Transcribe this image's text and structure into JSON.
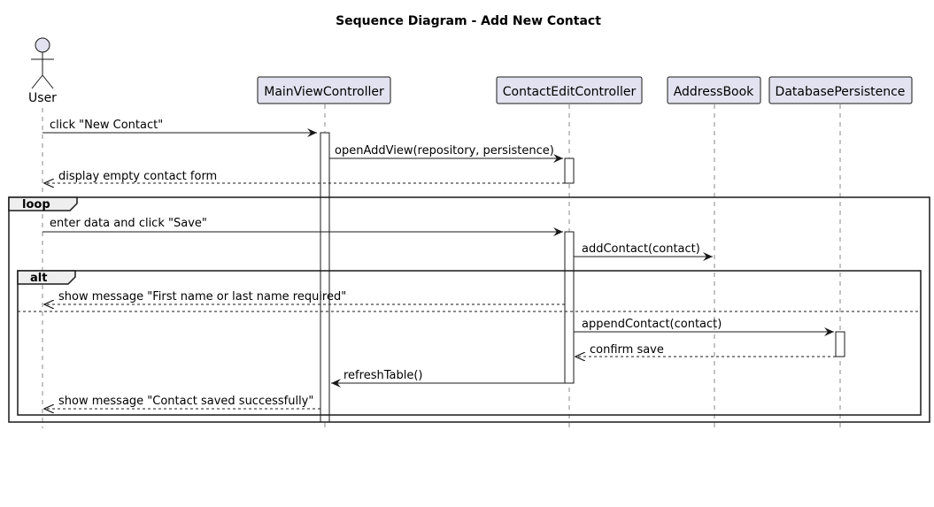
{
  "diagram": {
    "title": "Sequence Diagram - Add New Contact",
    "participants": {
      "user": "User",
      "main_view_controller": "MainViewController",
      "contact_edit_controller": "ContactEditController",
      "address_book": "AddressBook",
      "database_persistence": "DatabasePersistence"
    },
    "frames": {
      "loop": "loop",
      "alt": "alt"
    },
    "messages": {
      "m1": "click \"New Contact\"",
      "m2": "openAddView(repository, persistence)",
      "m3": "display empty contact form",
      "m4": "enter data and click \"Save\"",
      "m5": "addContact(contact)",
      "m6": "show message \"First name or last name required\"",
      "m7": "appendContact(contact)",
      "m8": "confirm save",
      "m9": "refreshTable()",
      "m10": "show message \"Contact saved successfully\""
    },
    "colors": {
      "participant_fill": "#E2E2F0",
      "participant_border": "#181818",
      "frame_label_fill": "#EEEEEE",
      "line": "#181818",
      "lifeline": "#888888"
    }
  }
}
